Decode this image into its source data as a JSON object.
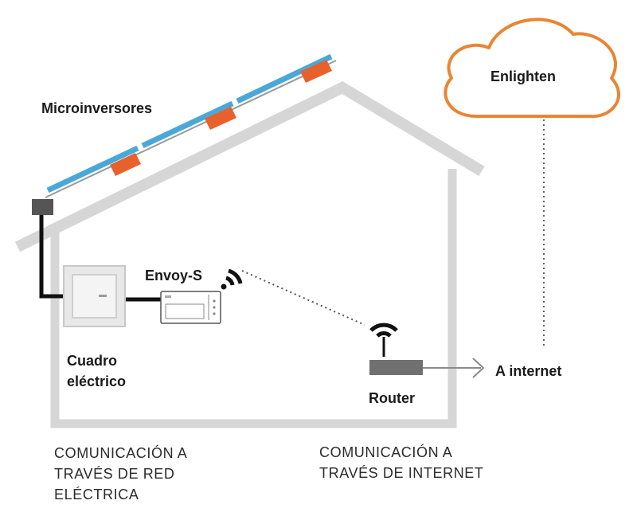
{
  "labels": {
    "microinverters": "Microinversores",
    "cloud": "Enlighten",
    "envoy": "Envoy-S",
    "panel_line1": "Cuadro",
    "panel_line2": "eléctrico",
    "router": "Router",
    "internet": "A internet"
  },
  "captions": {
    "powerline": [
      "COMUNICACIÓN A",
      "TRAVÉS DE RED",
      "ELÉCTRICA"
    ],
    "internet": [
      "COMUNICACIÓN A",
      "TRAVÉS DE INTERNET"
    ]
  },
  "colors": {
    "house": "#d6d6d6",
    "solar_panel": "#4aa8d8",
    "microinverter": "#e8612c",
    "cloud_outline": "#e98533",
    "wiring": "#111111",
    "router": "#707070"
  }
}
